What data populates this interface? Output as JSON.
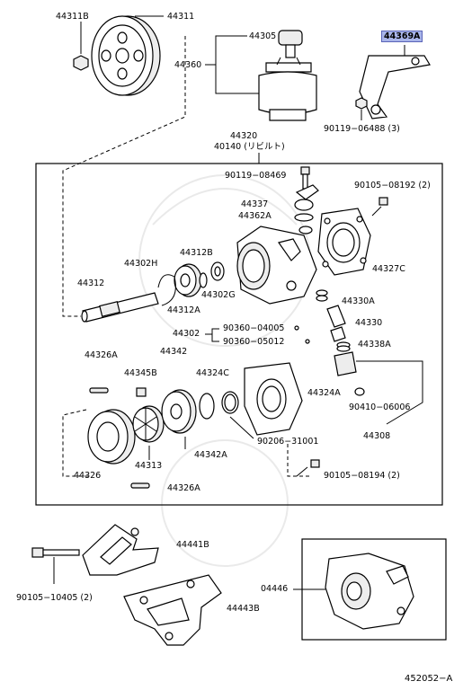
{
  "labels": {
    "p44311B": "44311B",
    "p44311": "44311",
    "p44305": "44305",
    "p44360": "44360",
    "p44369A": "44369A",
    "p90119_06488": "90119−06488 (3)",
    "p44320": "44320",
    "p40140": "40140 (リビルト)",
    "p90119_08469": "90119−08469",
    "p90105_08192": "90105−08192 (2)",
    "p44337": "44337",
    "p44362A": "44362A",
    "p44327C": "44327C",
    "p44312B": "44312B",
    "p44302H": "44302H",
    "p44312": "44312",
    "p44302G": "44302G",
    "p44312A": "44312A",
    "p44330A": "44330A",
    "p44330": "44330",
    "p44302": "44302",
    "p90360_04005": "90360−04005",
    "p90360_05012": "90360−05012",
    "p44338A": "44338A",
    "p44326A": "44326A",
    "p44342": "44342",
    "p44345B": "44345B",
    "p44324C": "44324C",
    "p44324A": "44324A",
    "p90410_06006": "90410−06006",
    "p44308": "44308",
    "p44326": "44326",
    "p44313": "44313",
    "p44342A": "44342A",
    "p90206_31001": "90206−31001",
    "p90105_08194": "90105−08194 (2)",
    "p44326A_b": "44326A",
    "p44441B": "44441B",
    "p90105_10405": "90105−10405 (2)",
    "p04446": "04446",
    "p44443B": "44443B"
  },
  "diagram_code": "452052−A",
  "highlight_color": "#a9b5ea"
}
